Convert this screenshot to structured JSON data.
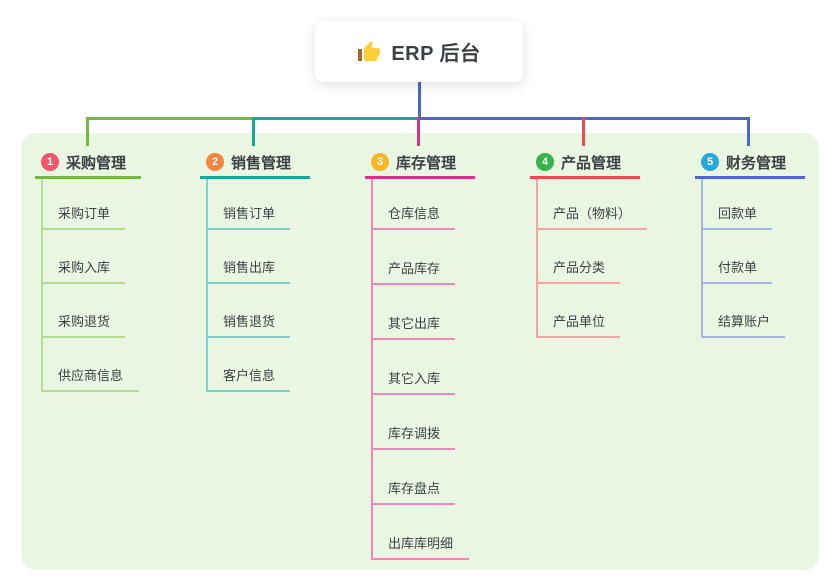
{
  "root": {
    "title": "ERP 后台",
    "icon": "thumbs-up-icon"
  },
  "colors": {
    "page_bg": "#ffffff",
    "panel_bg": "#e9f6e2",
    "stem": "#4b66d2",
    "text": "#3d4046"
  },
  "branches": [
    {
      "badge": "1",
      "badge_color": "#f0566b",
      "line_color": "#74b83f",
      "child_line_color": "#b3dd8f",
      "label": "采购管理",
      "children": [
        "采购订单",
        "采购入库",
        "采购退货",
        "供应商信息"
      ]
    },
    {
      "badge": "2",
      "badge_color": "#f7853f",
      "line_color": "#18a89b",
      "child_line_color": "#7fd2c7",
      "label": "销售管理",
      "children": [
        "销售订单",
        "销售出库",
        "销售退货",
        "客户信息"
      ]
    },
    {
      "badge": "3",
      "badge_color": "#f7b725",
      "line_color": "#d5338f",
      "child_line_color": "#ef86bc",
      "label": "库存管理",
      "children": [
        "仓库信息",
        "产品库存",
        "其它出库",
        "其它入库",
        "库存调拨",
        "库存盘点",
        "出库库明细"
      ]
    },
    {
      "badge": "4",
      "badge_color": "#34b44a",
      "line_color": "#f04a50",
      "child_line_color": "#f7a3a6",
      "label": "产品管理",
      "children": [
        "产品（物料）",
        "产品分类",
        "产品单位"
      ]
    },
    {
      "badge": "5",
      "badge_color": "#27a8dc",
      "line_color": "#4b66d2",
      "child_line_color": "#a3b4e8",
      "label": "财务管理",
      "children": [
        "回款单",
        "付款单",
        "结算账户"
      ]
    }
  ]
}
